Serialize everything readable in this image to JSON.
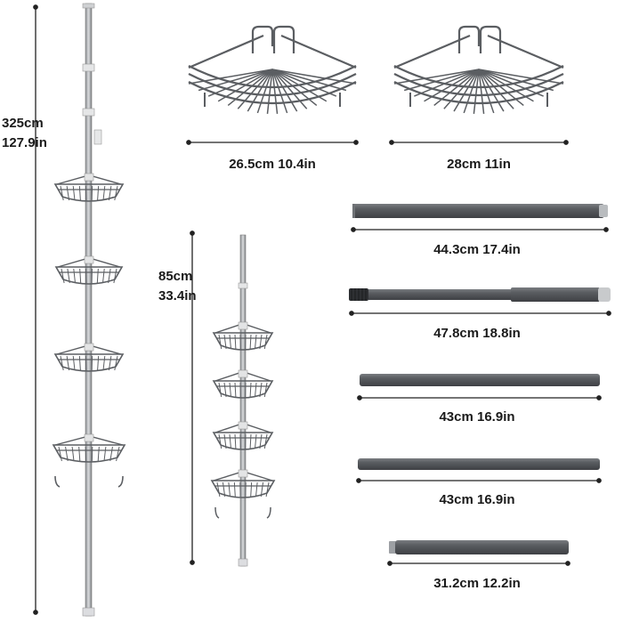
{
  "dimensions": {
    "tall_unit": {
      "cm": "325cm",
      "in": "127.9in"
    },
    "short_unit": {
      "cm": "85cm",
      "in": "33.4in"
    },
    "basket_1": "26.5cm 10.4in",
    "basket_2": "28cm 11in",
    "pole_1": "44.3cm 17.4in",
    "pole_2": "47.8cm 18.8in",
    "pole_3": "43cm 16.9in",
    "pole_4": "43cm 16.9in",
    "pole_5": "31.2cm 12.2in"
  },
  "colors": {
    "pole_dark": "#55585c",
    "wire": "#5b5e62",
    "line": "#222222"
  }
}
